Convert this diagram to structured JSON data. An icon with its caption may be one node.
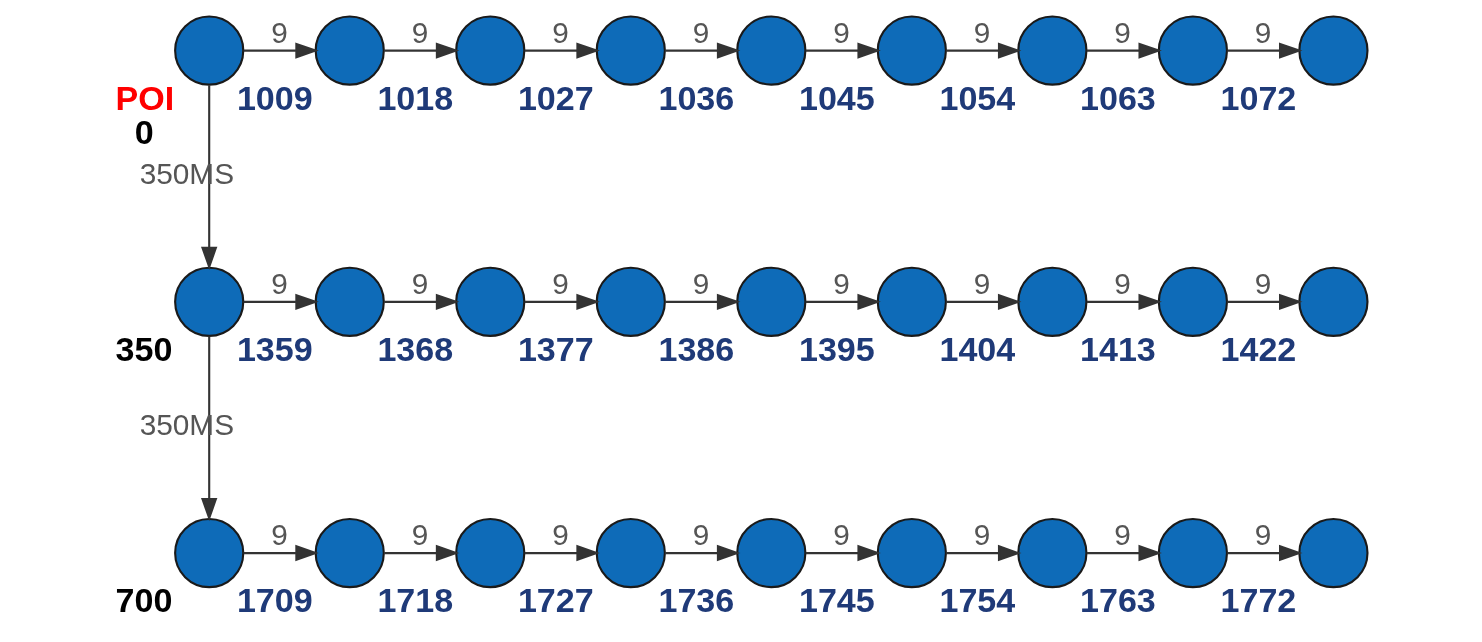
{
  "diagram": {
    "nodes": [
      {
        "text": [],
        "shape": "circle",
        "beside": [
          "POI",
          "0"
        ]
      },
      {
        "text": [],
        "shape": "circle",
        "beside": [
          "1009"
        ]
      },
      {
        "text": [],
        "shape": "circle",
        "beside": [
          "1018"
        ]
      },
      {
        "text": [],
        "shape": "circle",
        "beside": [
          "1027"
        ]
      },
      {
        "text": [],
        "shape": "circle",
        "beside": [
          "1036"
        ]
      },
      {
        "text": [],
        "shape": "circle",
        "beside": [
          "1045"
        ]
      },
      {
        "text": [],
        "shape": "circle",
        "beside": [
          "1054"
        ]
      },
      {
        "text": [],
        "shape": "circle",
        "beside": [
          "1063"
        ]
      },
      {
        "text": [],
        "shape": "circle",
        "beside": [
          "1072"
        ]
      },
      {
        "text": [],
        "shape": "circle",
        "beside": [
          "350"
        ]
      },
      {
        "text": [],
        "shape": "circle",
        "beside": [
          "1359"
        ]
      },
      {
        "text": [],
        "shape": "circle",
        "beside": [
          "1368"
        ]
      },
      {
        "text": [],
        "shape": "circle",
        "beside": [
          "1377"
        ]
      },
      {
        "text": [],
        "shape": "circle",
        "beside": [
          "1386"
        ]
      },
      {
        "text": [],
        "shape": "circle",
        "beside": [
          "1395"
        ]
      },
      {
        "text": [],
        "shape": "circle",
        "beside": [
          "1404"
        ]
      },
      {
        "text": [],
        "shape": "circle",
        "beside": [
          "1413"
        ]
      },
      {
        "text": [],
        "shape": "circle",
        "beside": [
          "1422"
        ]
      },
      {
        "text": [],
        "shape": "circle",
        "beside": [
          "700"
        ]
      },
      {
        "text": [],
        "shape": "circle",
        "beside": [
          "1709"
        ]
      },
      {
        "text": [],
        "shape": "circle",
        "beside": [
          "1718"
        ]
      },
      {
        "text": [],
        "shape": "circle",
        "beside": [
          "1727"
        ]
      },
      {
        "text": [],
        "shape": "circle",
        "beside": [
          "1736"
        ]
      },
      {
        "text": [],
        "shape": "circle",
        "beside": [
          "1745"
        ]
      },
      {
        "text": [],
        "shape": "circle",
        "beside": [
          "1754"
        ]
      },
      {
        "text": [],
        "shape": "circle",
        "beside": [
          "1763"
        ]
      },
      {
        "text": [],
        "shape": "circle",
        "beside": [
          "1772"
        ]
      }
    ],
    "edges": [
      {
        "from": 0,
        "to": 1,
        "arrow": "to",
        "label": "9"
      },
      {
        "from": 1,
        "to": 2,
        "arrow": "to",
        "label": "9"
      },
      {
        "from": 2,
        "to": 3,
        "arrow": "to",
        "label": "9"
      },
      {
        "from": 3,
        "to": 4,
        "arrow": "to",
        "label": "9"
      },
      {
        "from": 4,
        "to": 5,
        "arrow": "to",
        "label": "9"
      },
      {
        "from": 5,
        "to": 6,
        "arrow": "to",
        "label": "9"
      },
      {
        "from": 6,
        "to": 7,
        "arrow": "to",
        "label": "9"
      },
      {
        "from": 7,
        "to": 8,
        "arrow": "to",
        "label": "9"
      },
      {
        "from": 0,
        "to": 9,
        "arrow": "to",
        "label": "350MS"
      },
      {
        "from": 9,
        "to": 10,
        "arrow": "to",
        "label": "9"
      },
      {
        "from": 10,
        "to": 11,
        "arrow": "to",
        "label": "9"
      },
      {
        "from": 11,
        "to": 12,
        "arrow": "to",
        "label": "9"
      },
      {
        "from": 12,
        "to": 13,
        "arrow": "to",
        "label": "9"
      },
      {
        "from": 13,
        "to": 14,
        "arrow": "to",
        "label": "9"
      },
      {
        "from": 14,
        "to": 15,
        "arrow": "to",
        "label": "9"
      },
      {
        "from": 15,
        "to": 16,
        "arrow": "to",
        "label": "9"
      },
      {
        "from": 16,
        "to": 17,
        "arrow": "to",
        "label": "9"
      },
      {
        "from": 9,
        "to": 18,
        "arrow": "to",
        "label": "350MS"
      },
      {
        "from": 18,
        "to": 19,
        "arrow": "to",
        "label": "9"
      },
      {
        "from": 19,
        "to": 20,
        "arrow": "to",
        "label": "9"
      },
      {
        "from": 20,
        "to": 21,
        "arrow": "to",
        "label": "9"
      },
      {
        "from": 21,
        "to": 22,
        "arrow": "to",
        "label": "9"
      },
      {
        "from": 22,
        "to": 23,
        "arrow": "to",
        "label": "9"
      },
      {
        "from": 23,
        "to": 24,
        "arrow": "to",
        "label": "9"
      },
      {
        "from": 24,
        "to": 25,
        "arrow": "to",
        "label": "9"
      },
      {
        "from": 25,
        "to": 26,
        "arrow": "to",
        "label": "9"
      }
    ]
  }
}
